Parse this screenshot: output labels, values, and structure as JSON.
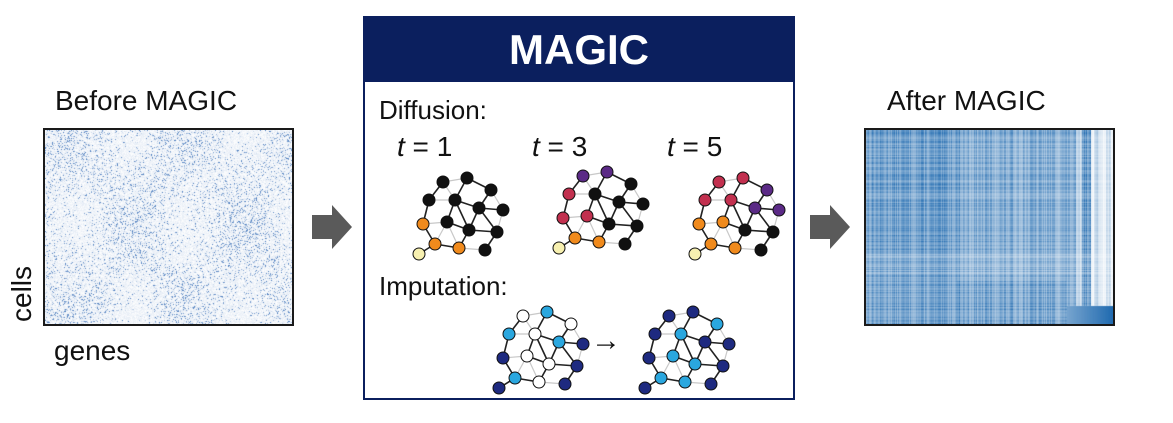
{
  "left_panel": {
    "title": "Before MAGIC",
    "x_axis_label": "genes",
    "y_axis_label": "cells"
  },
  "right_panel": {
    "title": "After MAGIC"
  },
  "magic_box": {
    "title": "MAGIC",
    "diffusion_label": "Diffusion:",
    "imputation_label": "Imputation:",
    "timesteps": [
      {
        "var": "t",
        "eq": " = 1"
      },
      {
        "var": "t",
        "eq": " = 3"
      },
      {
        "var": "t",
        "eq": " = 5"
      }
    ],
    "arrow_glyph": "→"
  },
  "colors": {
    "navy": "#0b1f5e",
    "heatmap_blue": "#1f5fa8",
    "arrow_gray": "#5a5a5a",
    "node_black": "#111111",
    "node_orange": "#f08a1c",
    "node_pale_yellow": "#f7f0b0",
    "node_purple": "#5b2a86",
    "node_crimson": "#c2304f",
    "node_cyan": "#2aa7df",
    "node_navy": "#1e2a80",
    "edge_gray": "#c8c8c8"
  }
}
